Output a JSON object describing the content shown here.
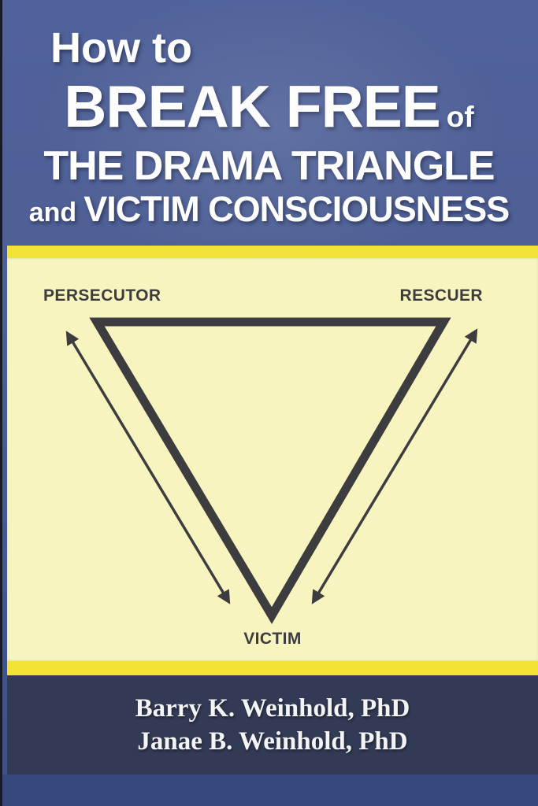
{
  "title": {
    "prefix": "How to",
    "main": "BREAK FREE",
    "of_word": "of",
    "line2": "THE DRAMA TRIANGLE",
    "and_word": "and",
    "line3": "VICTIM CONSCIOUSNESS"
  },
  "diagram": {
    "type": "drama-triangle",
    "shape": "inverted-triangle",
    "labels": {
      "top_left": "PERSECUTOR",
      "top_right": "RESCUER",
      "bottom": "VICTIM"
    },
    "arrows": [
      {
        "side": "left",
        "between": [
          "VICTIM",
          "PERSECUTOR"
        ],
        "style": "double-headed"
      },
      {
        "side": "right",
        "between": [
          "VICTIM",
          "RESCUER"
        ],
        "style": "double-headed"
      }
    ]
  },
  "authors": {
    "line1": "Barry K. Weinhold, PhD",
    "line2": "Janae B. Weinhold, PhD"
  },
  "colors": {
    "background_blue": "#4d5f94",
    "accent_yellow": "#f2e335",
    "panel_cream": "#f8f4bf",
    "diagram_ink": "#3d3d3f",
    "footer_navy": "#323a55",
    "footer_blue": "#36497f",
    "title_white": "#fdfdfd"
  }
}
